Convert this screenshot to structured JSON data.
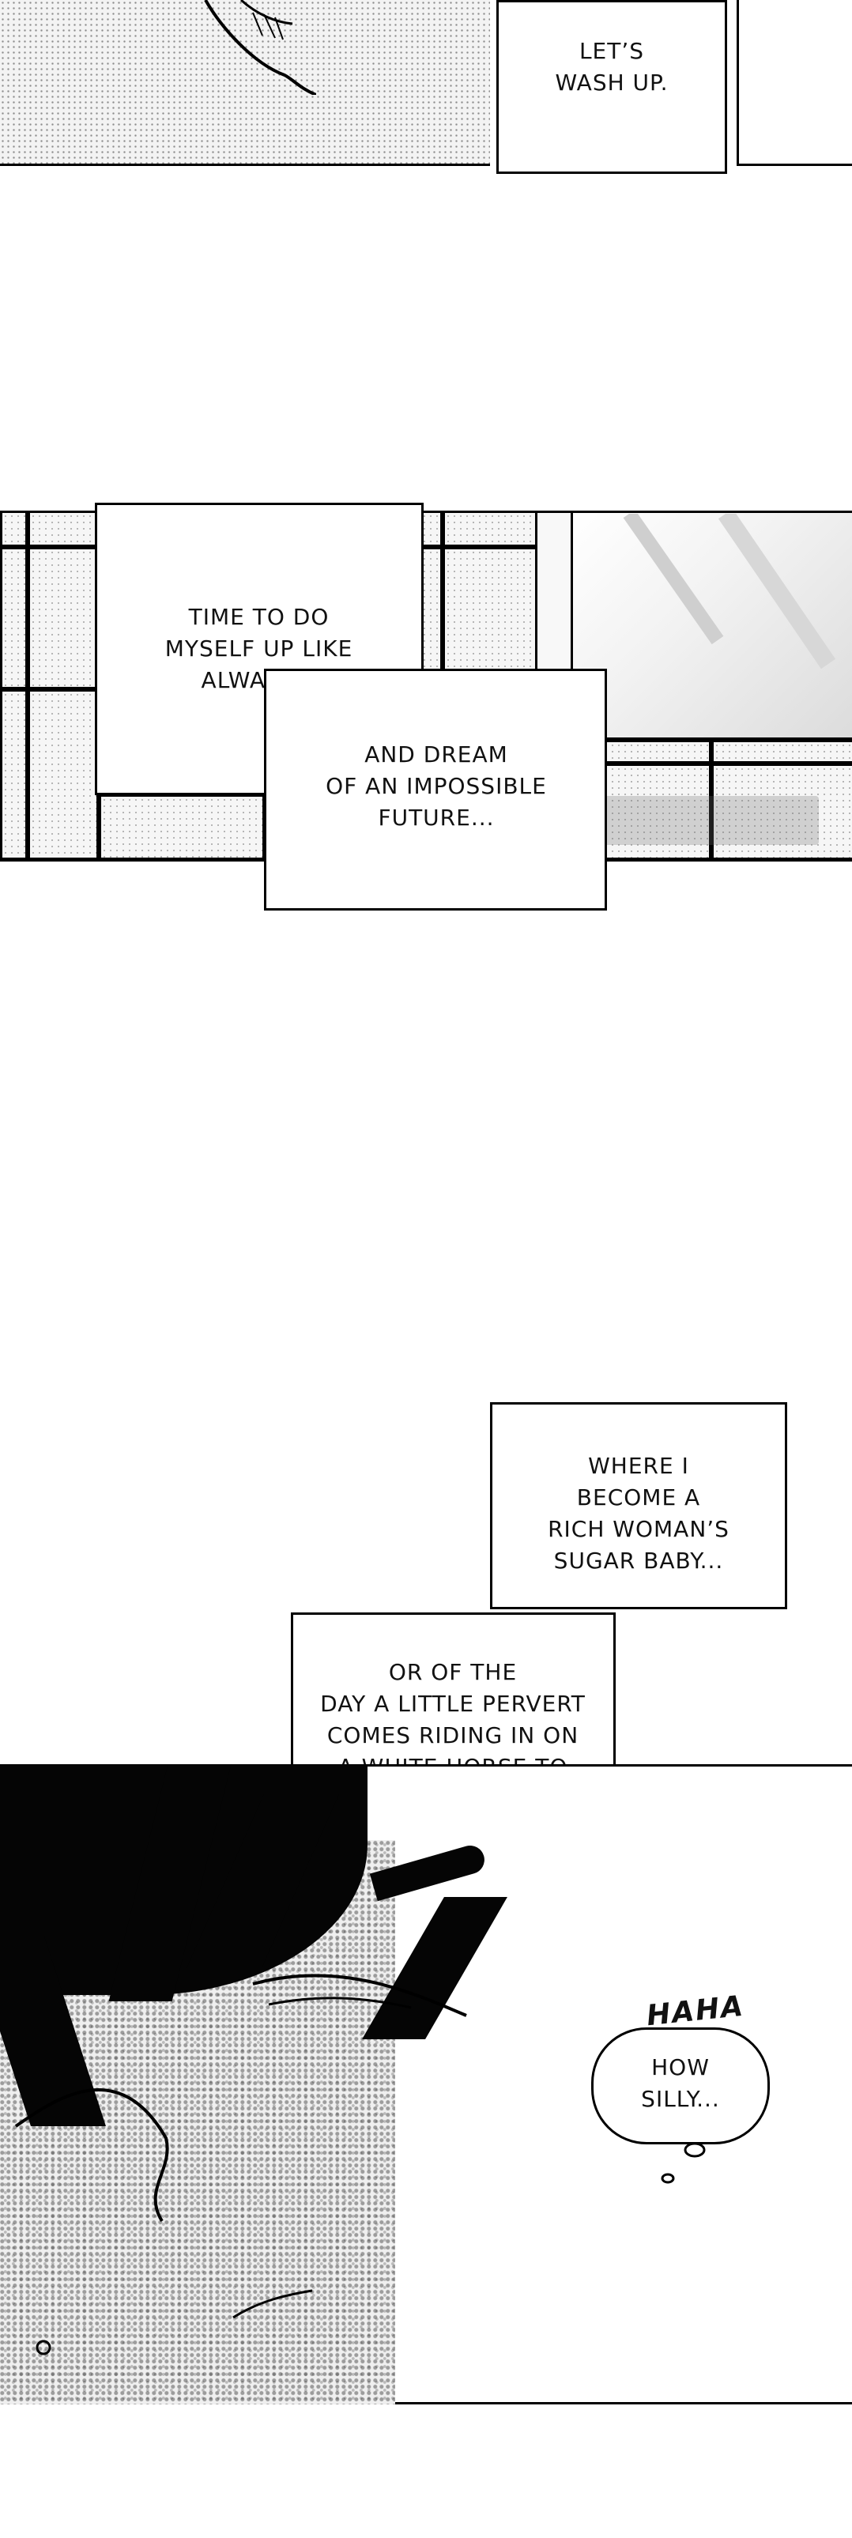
{
  "captions": {
    "top": "LET’S\nWASH UP.",
    "middle_1": "TIME TO DO\nMYSELF UP LIKE\nALWAYS...",
    "middle_2": "AND DREAM\nOF AN IMPOSSIBLE\nFUTURE...",
    "lower_1": "WHERE I\nBECOME A\nRICH WOMAN’S\nSUGAR BABY...",
    "lower_2": "OR OF THE\nDAY A LITTLE PERVERT\nCOMES RIDING IN ON\nA WHITE HORSE TO\nSAVE ME..."
  },
  "sfx": {
    "laugh": "HAHA"
  },
  "thought": {
    "text": "HOW\nSILLY..."
  }
}
